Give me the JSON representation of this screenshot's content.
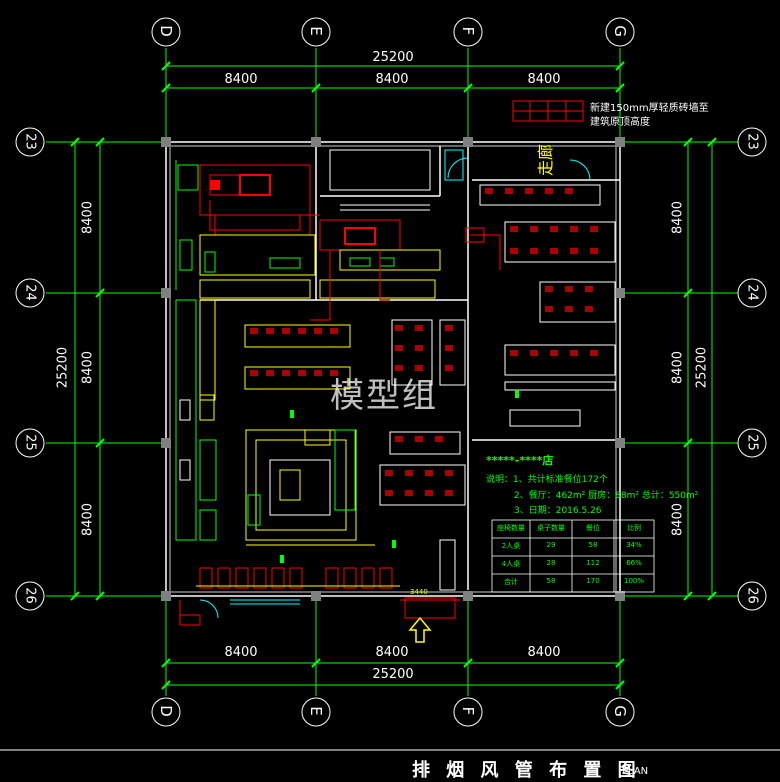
{
  "axes": {
    "top": [
      "D",
      "E",
      "F",
      "G"
    ],
    "bottom": [
      "D",
      "E",
      "F",
      "G"
    ],
    "left": [
      "23",
      "24",
      "25",
      "26"
    ],
    "right": [
      "23",
      "24",
      "25",
      "26"
    ]
  },
  "dims": {
    "total": "25200",
    "bay": "8400"
  },
  "legend": {
    "line1": "新建150mm厚轻质砖墙至",
    "line2": "建筑原顶高度"
  },
  "corridor_label": "走廊",
  "watermark": "模型组",
  "notes": {
    "title": "*****-****店",
    "line1": "说明：1、共计标准餐位172个",
    "line2": "2、餐厅：462m² 厨房：88m² 总计：550m²",
    "line3": "3、日期：2016.5.26"
  },
  "table": {
    "headers": [
      "座椅数量",
      "桌子数量",
      "餐位",
      "比例"
    ],
    "rows": [
      [
        "2人桌",
        "29",
        "58",
        "34%"
      ],
      [
        "4人桌",
        "28",
        "112",
        "66%"
      ],
      [
        "合计",
        "58",
        "170",
        "100%"
      ]
    ]
  },
  "entrance_label": "3440",
  "drawing_title": "排 烟 风 管 布 置 图",
  "drawing_subtitle": "PLAN",
  "colors": {
    "bg": "#000000",
    "white": "#ffffff",
    "green": "#00ff00",
    "yellow": "#ffff00",
    "red": "#ff0000",
    "gray": "#808080",
    "cyan": "#00ffff"
  }
}
